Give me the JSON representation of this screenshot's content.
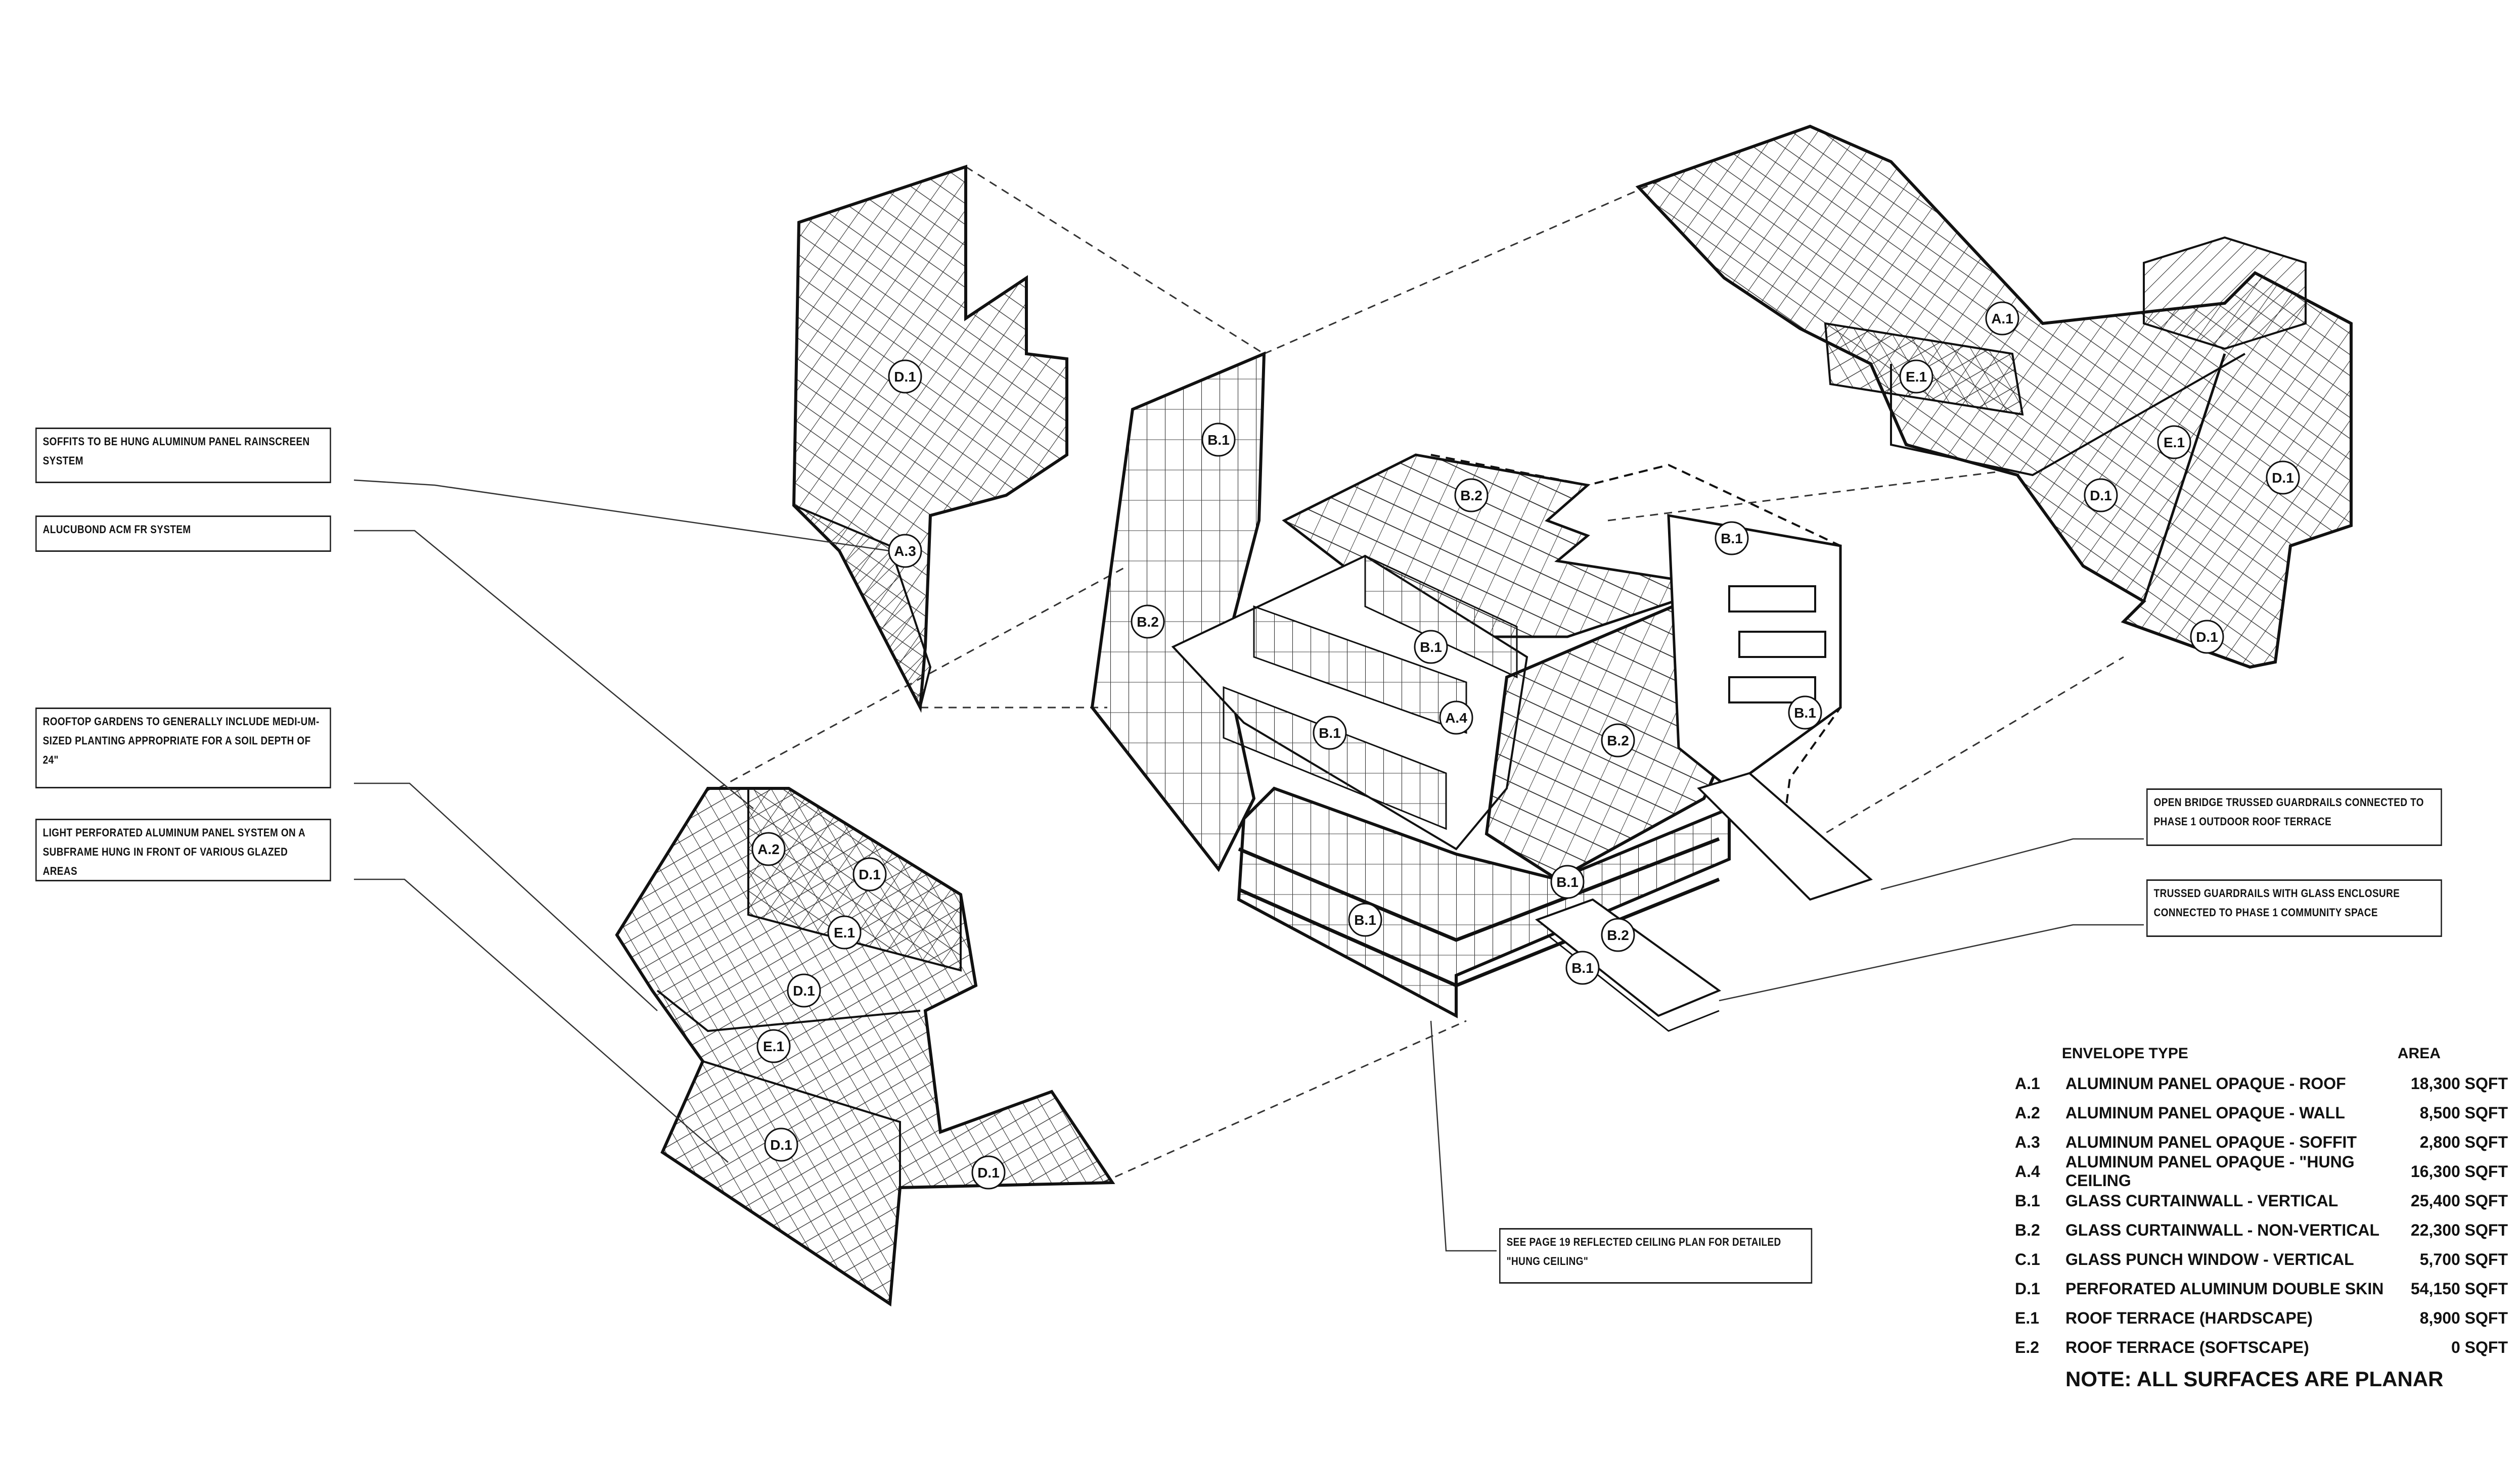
{
  "labels": {
    "A1": "A.1",
    "A2": "A.2",
    "A3": "A.3",
    "A4": "A.4",
    "B1": "B.1",
    "B2": "B.2",
    "D1": "D.1",
    "E1": "E.1"
  },
  "callouts": {
    "soffits": "SOFFITS TO BE HUNG ALUMINUM PANEL RAINSCREEN SYSTEM",
    "alucobond": "ALUCUBOND ACM FR SYSTEM",
    "rooftop": "ROOFTOP GARDENS TO GENERALLY INCLUDE MEDI-UM-SIZED PLANTING APPROPRIATE FOR A SOIL DEPTH OF 24\"",
    "perforated": "LIGHT PERFORATED ALUMINUM PANEL SYSTEM ON A SUBFRAME HUNG IN FRONT OF VARIOUS GLAZED AREAS",
    "open_bridge": "OPEN BRIDGE TRUSSED GUARDRAILS CONNECTED TO PHASE 1 OUTDOOR ROOF TERRACE",
    "trussed": "TRUSSED GUARDRAILS WITH GLASS ENCLOSURE CONNECTED TO PHASE 1 COMMUNITY SPACE",
    "ceiling": "SEE PAGE 19 REFLECTED CEILING PLAN FOR DETAILED \"HUNG CEILING\""
  },
  "legend": {
    "header_type": "ENVELOPE TYPE",
    "header_area": "AREA",
    "rows": [
      {
        "code": "A.1",
        "type": "ALUMINUM PANEL OPAQUE - ROOF",
        "area": "18,300 SQFT"
      },
      {
        "code": "A.2",
        "type": "ALUMINUM PANEL OPAQUE - WALL",
        "area": "8,500 SQFT"
      },
      {
        "code": "A.3",
        "type": "ALUMINUM PANEL OPAQUE - SOFFIT",
        "area": "2,800 SQFT"
      },
      {
        "code": "A.4",
        "type": "ALUMINUM PANEL OPAQUE - \"HUNG CEILING",
        "area": "16,300 SQFT"
      },
      {
        "code": "B.1",
        "type": "GLASS CURTAINWALL - VERTICAL",
        "area": "25,400 SQFT"
      },
      {
        "code": "B.2",
        "type": "GLASS CURTAINWALL - NON-VERTICAL",
        "area": "22,300 SQFT"
      },
      {
        "code": "C.1",
        "type": "GLASS PUNCH WINDOW - VERTICAL",
        "area": "5,700 SQFT"
      },
      {
        "code": "D.1",
        "type": "PERFORATED ALUMINUM DOUBLE SKIN",
        "area": "54,150 SQFT"
      },
      {
        "code": "E.1",
        "type": "ROOF TERRACE (HARDSCAPE)",
        "area": "8,900 SQFT"
      },
      {
        "code": "E.2",
        "type": "ROOF TERRACE (SOFTSCAPE)",
        "area": "0 SQFT"
      }
    ],
    "note": "NOTE: ALL SURFACES ARE PLANAR"
  }
}
